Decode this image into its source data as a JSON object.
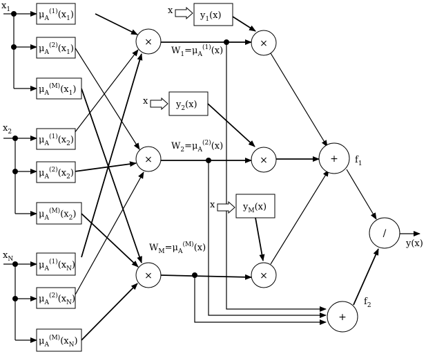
{
  "inputs": {
    "x1": {
      "base": "x",
      "sub": "1"
    },
    "x2": {
      "base": "x",
      "sub": "2"
    },
    "xN": {
      "base": "x",
      "sub": "N"
    }
  },
  "mf_boxes": [
    {
      "mu": "μ",
      "a": "A",
      "sup": "(1)",
      "arg": "(x",
      "argsub": "1",
      "close": ")"
    },
    {
      "mu": "μ",
      "a": "A",
      "sup": "(2)",
      "arg": "(x",
      "argsub": "1",
      "close": ")"
    },
    {
      "mu": "μ",
      "a": "A",
      "sup": "(M)",
      "arg": "(x",
      "argsub": "1",
      "close": ")"
    },
    {
      "mu": "μ",
      "a": "A",
      "sup": "(1)",
      "arg": "(x",
      "argsub": "2",
      "close": ")"
    },
    {
      "mu": "μ",
      "a": "A",
      "sup": "(2)",
      "arg": "(x",
      "argsub": "2",
      "close": ")"
    },
    {
      "mu": "μ",
      "a": "A",
      "sup": "(M)",
      "arg": "(x",
      "argsub": "2",
      "close": ")"
    },
    {
      "mu": "μ",
      "a": "A",
      "sup": "(1)",
      "arg": "(x",
      "argsub": "N",
      "close": ")"
    },
    {
      "mu": "μ",
      "a": "A",
      "sup": "(2)",
      "arg": "(x",
      "argsub": "N",
      "close": ")"
    },
    {
      "mu": "μ",
      "a": "A",
      "sup": "(M)",
      "arg": "(x",
      "argsub": "N",
      "close": ")"
    }
  ],
  "y_boxes": [
    {
      "input": "x",
      "base": "y",
      "sub": "1",
      "arg": "(x)"
    },
    {
      "input": "x",
      "base": "y",
      "sub": "2",
      "arg": "(x)"
    },
    {
      "input": "x",
      "base": "y",
      "sub": "M",
      "arg": "(x)"
    }
  ],
  "weights": [
    {
      "w": "W",
      "wsub": "1",
      "eq": "=",
      "mu": "μ",
      "a": "A",
      "sup": "(1)",
      "arg": "(x)"
    },
    {
      "w": "W",
      "wsub": "2",
      "eq": "=",
      "mu": "μ",
      "a": "A",
      "sup": "(2)",
      "arg": "(x)"
    },
    {
      "w": "W",
      "wsub": "M",
      "eq": "=",
      "mu": "μ",
      "a": "A",
      "sup": "(M)",
      "arg": "(x)"
    }
  ],
  "operators": {
    "multiply": "×",
    "sum": "+",
    "divide": "/"
  },
  "sum_labels": {
    "f1": {
      "base": "f",
      "sub": "1"
    },
    "f2": {
      "base": "f",
      "sub": "2"
    }
  },
  "output": "y(x)"
}
